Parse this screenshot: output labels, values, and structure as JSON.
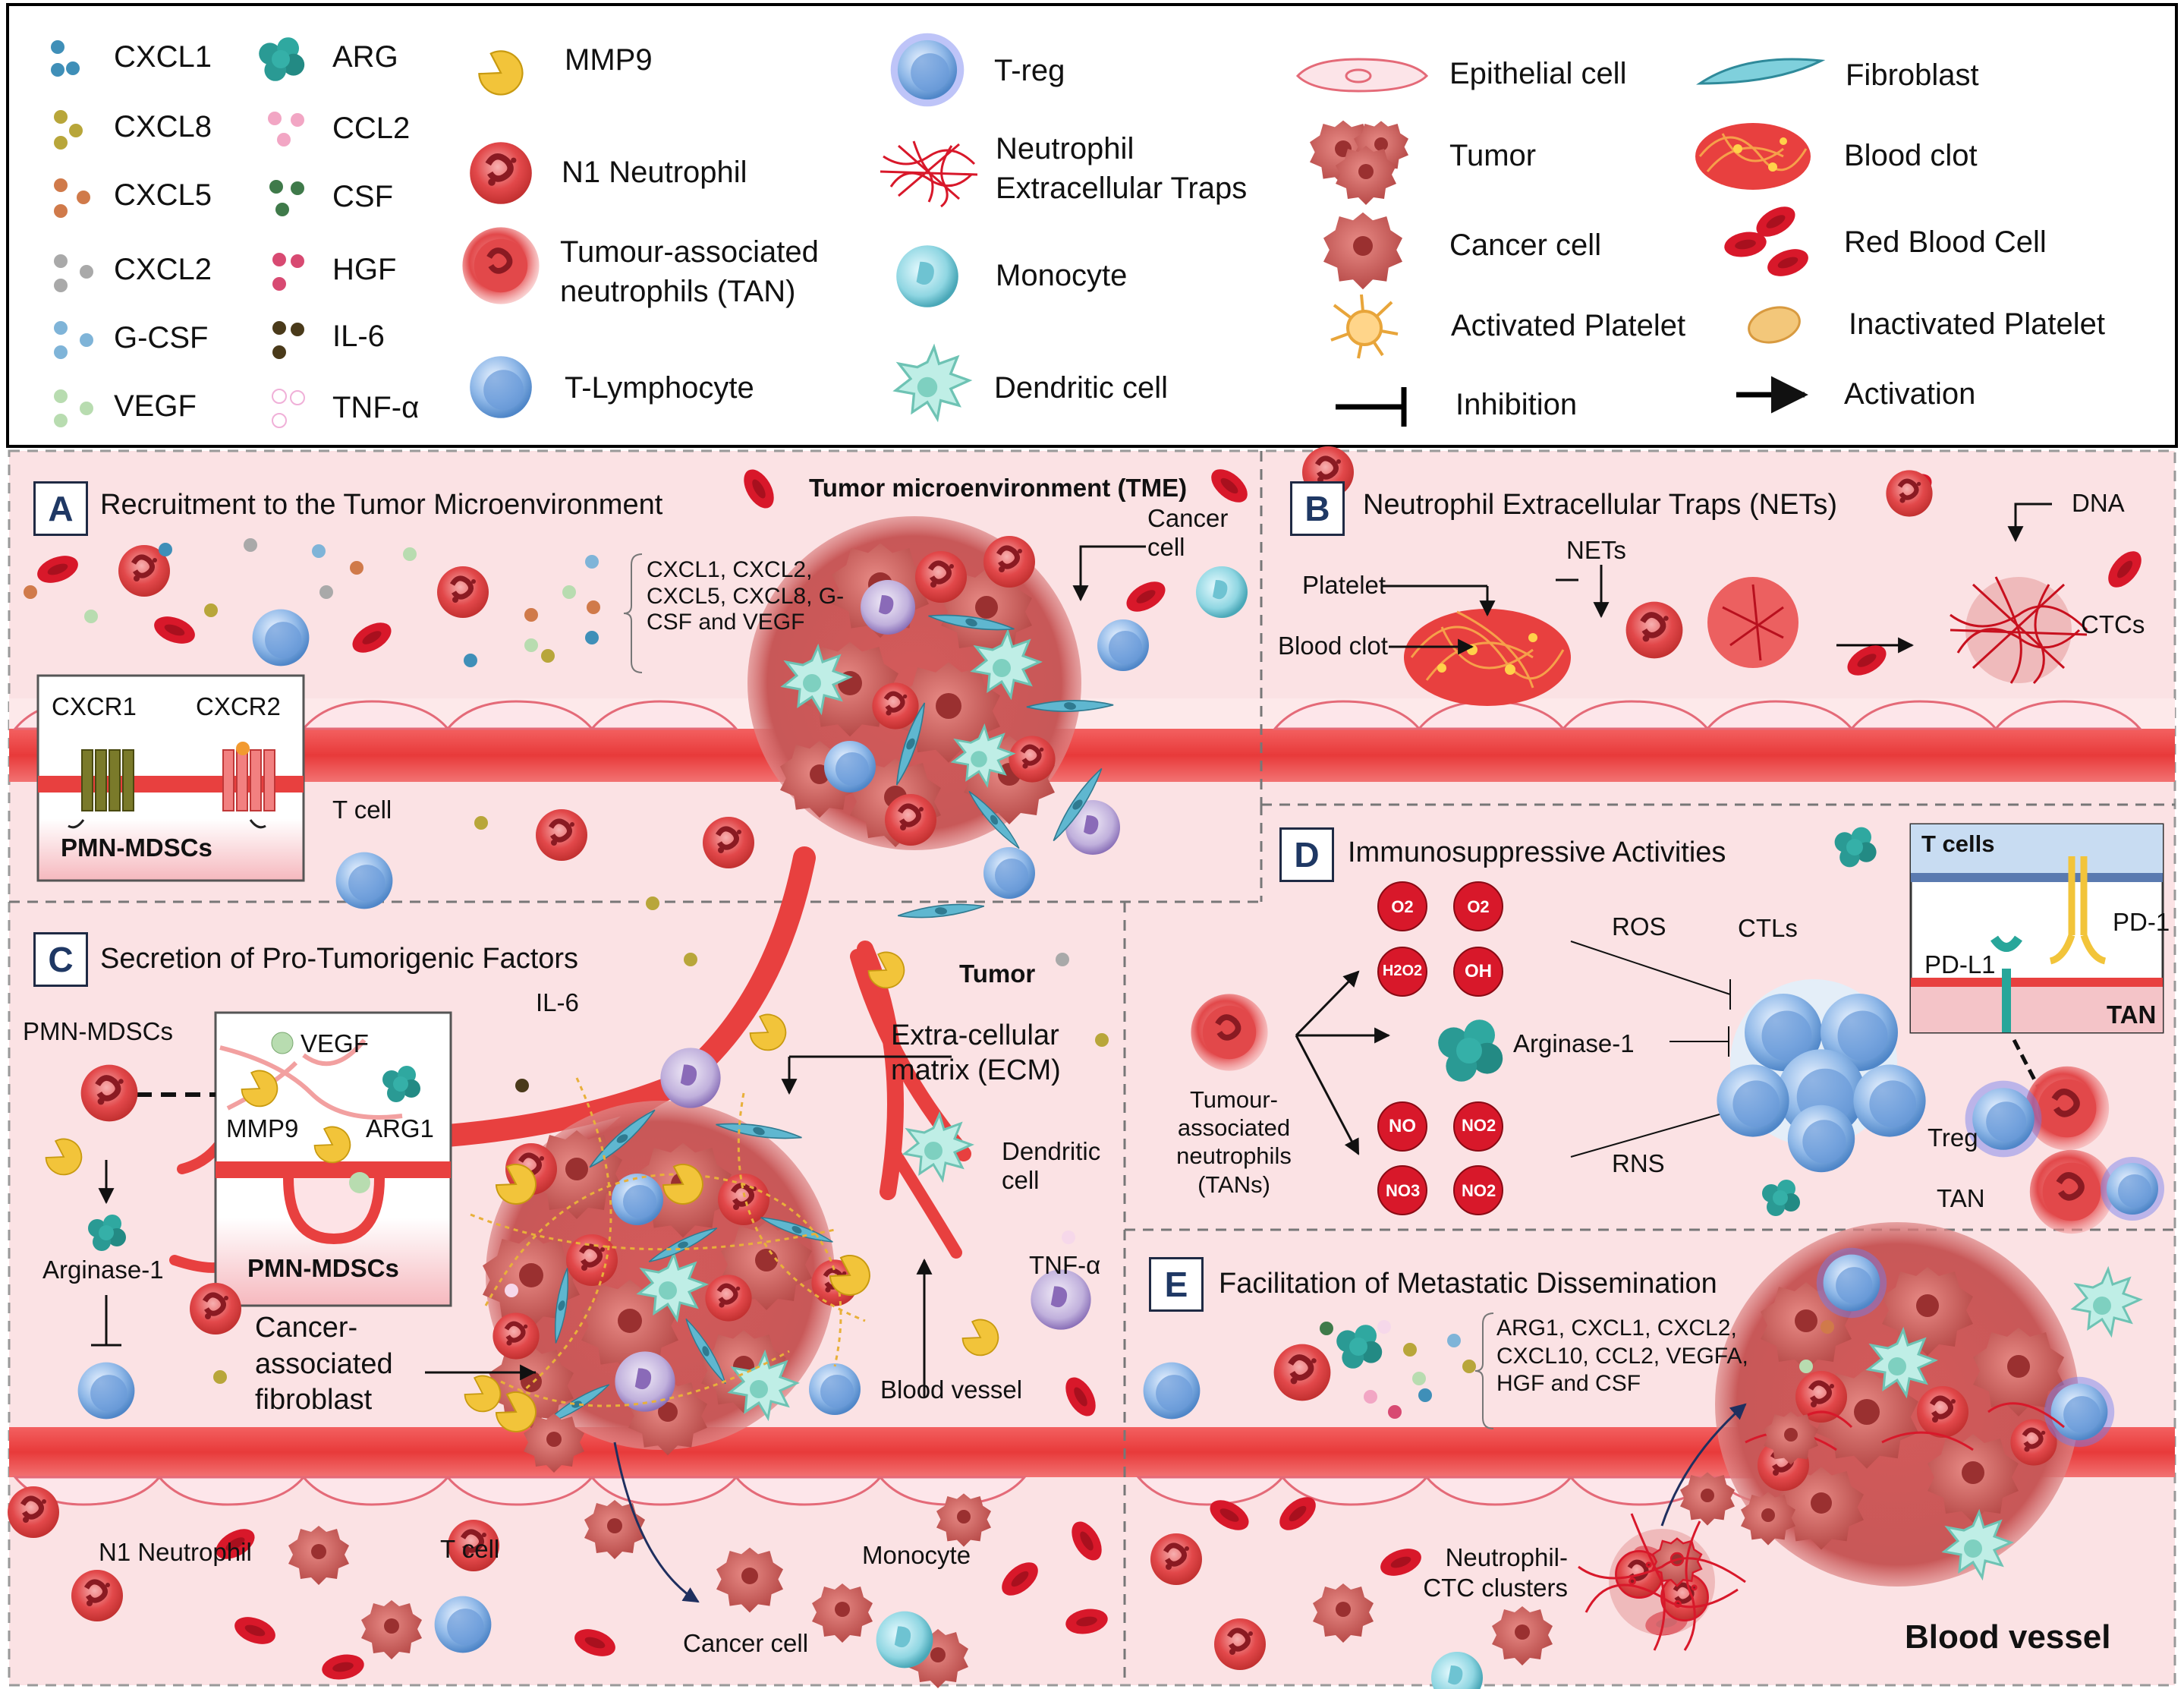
{
  "legend": {
    "col1": [
      "CXCL1",
      "CXCL8",
      "CXCL5",
      "CXCL2",
      "G-CSF",
      "VEGF"
    ],
    "col1_colors": [
      "#3f8fb8",
      "#b8a63a",
      "#d07a4a",
      "#a9a9a9",
      "#7fb4d8",
      "#b8dcb0"
    ],
    "col2": [
      "ARG",
      "CCL2",
      "CSF",
      "HGF",
      "IL-6",
      "TNF-α"
    ],
    "col2_colors": [
      "#2a9a94",
      "#f2a6c4",
      "#3f7a4a",
      "#d84a72",
      "#4a3a1a",
      "#f6d8ea"
    ],
    "col3": [
      "MMP9",
      "N1 Neutrophil",
      "Tumour-associated neutrophils (TAN)",
      "T-Lymphocyte"
    ],
    "col4": [
      "T-reg",
      "Neutrophil Extracellular Traps",
      "Monocyte",
      "Dendritic cell"
    ],
    "col5": [
      "Epithelial cell",
      "Tumor",
      "Cancer cell",
      "Activated Platelet",
      "Inhibition"
    ],
    "col6": [
      "Fibroblast",
      "Blood clot",
      "Red Blood Cell",
      "Inactivated Platelet",
      "Activation"
    ]
  },
  "panels": {
    "A": {
      "letter": "A",
      "title": "Recruitment to the Tumor Microenvironment"
    },
    "B": {
      "letter": "B",
      "title": "Neutrophil Extracellular Traps (NETs)"
    },
    "C": {
      "letter": "C",
      "title": "Secretion of Pro-Tumorigenic Factors"
    },
    "D": {
      "letter": "D",
      "title": "Immunosuppressive Activities"
    },
    "E": {
      "letter": "E",
      "title": "Facilitation of Metastatic Dissemination"
    }
  },
  "labels": {
    "tme": "Tumor microenvironment (TME)",
    "cancer_cell": "Cancer cell",
    "a_factors": "CXCL1, CXCL2, CXCL5, CXCL8, G-CSF and VEGF",
    "cxcr1": "CXCR1",
    "cxcr2": "CXCR2",
    "pmn_mdscs": "PMN-MDSCs",
    "t_cell": "T cell",
    "platelet": "Platelet",
    "blood_clot": "Blood clot",
    "nets": "NETs",
    "dna": "DNA",
    "ctcs": "CTCs",
    "tumor": "Tumor",
    "il6": "IL-6",
    "vegf": "VEGF",
    "mmp9": "MMP9",
    "arg1": "ARG1",
    "arginase1": "Arginase-1",
    "ecm": "Extra-cellular matrix (ECM)",
    "dendritic_cell": "Dendritic cell",
    "tnf": "TNF-α",
    "caf": "Cancer- associated fibroblast",
    "blood_vessel_small": "Blood vessel",
    "n1": "N1 Neutrophil",
    "monocyte": "Monocyte",
    "ros": "ROS",
    "rns": "RNS",
    "ctls": "CTLs",
    "tans": "Tumour- associated neutrophils (TANs)",
    "t_cells": "T cells",
    "pd1": "PD-1",
    "pdl1": "PD-L1",
    "tan": "TAN",
    "treg": "Treg",
    "o2": "O2",
    "o2b": "O2",
    "h2o2": "H2O2",
    "oh": "OH",
    "no": "NO",
    "no2": "NO2",
    "no3": "NO3",
    "no2b": "NO2",
    "e_factors": "ARG1, CXCL1, CXCL2, CXCL10, CCL2, VEGFA, HGF and CSF",
    "ctc_clusters": "Neutrophil- CTC clusters",
    "blood_vessel_big": "Blood vessel"
  },
  "colors": {
    "vessel": "#e8403f",
    "background": "#fbe2e4",
    "neutrophil": "#e2484a",
    "tcell": "#8fb8e8",
    "fibroblast": "#5fb7d0",
    "arg": "#2a9a94",
    "mmp9": "#f2c43a"
  }
}
